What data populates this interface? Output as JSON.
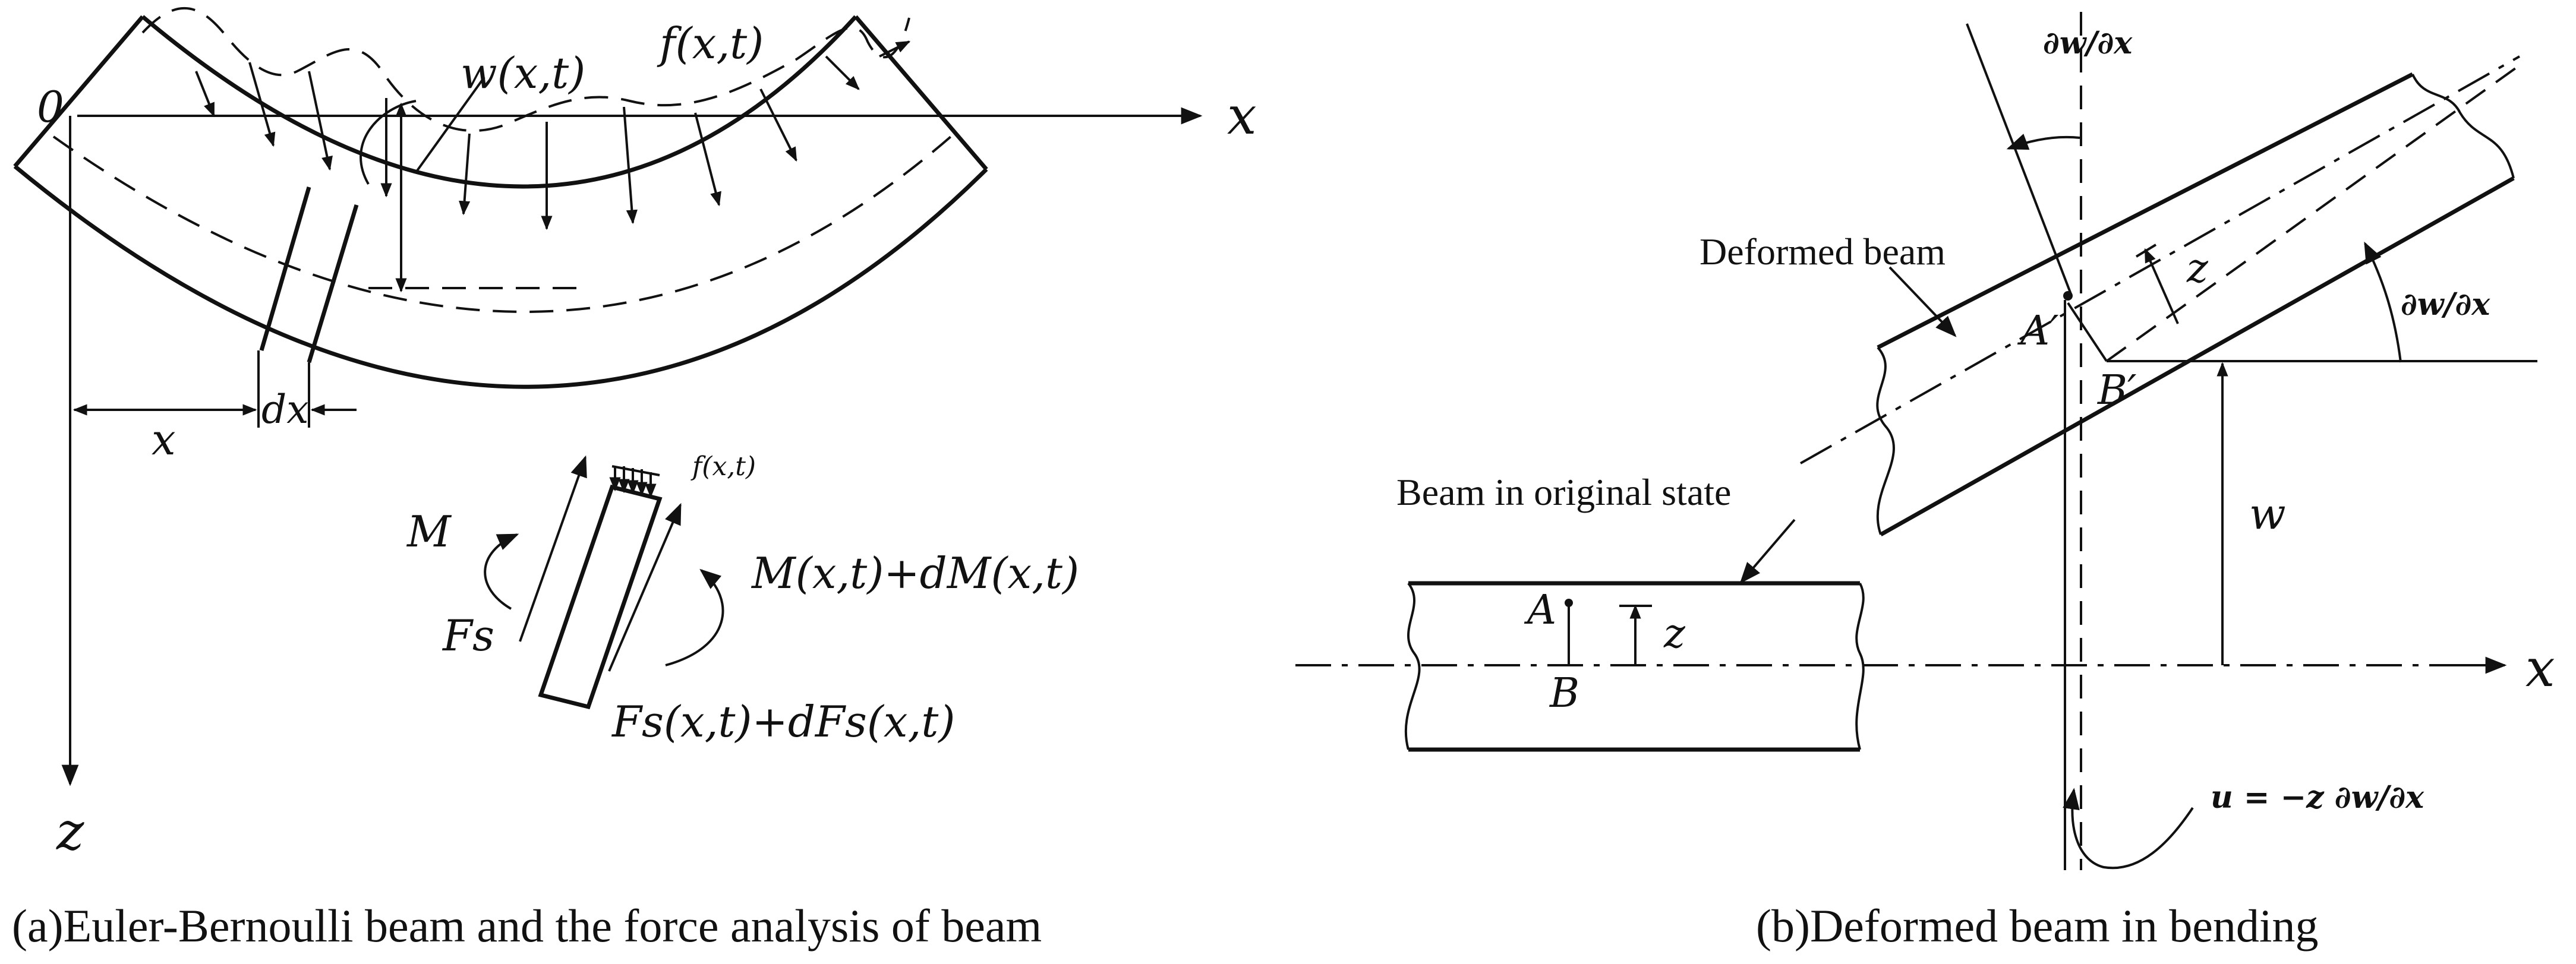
{
  "panel_a": {
    "caption": "(a)Euler-Bernoulli beam and the force analysis of beam",
    "origin_label": "0",
    "x_axis_label": "x",
    "z_axis_label": "z",
    "deflection_label": "w(x,t)",
    "load_label": "f(x,t)",
    "position_label": "x",
    "element_label": "dx",
    "element_load_label": "f(x,t)",
    "moment_left": "M",
    "moment_right": "M(x,t)+dM(x,t)",
    "shear_left": "Fs",
    "shear_right": "Fs(x,t)+dFs(x,t)"
  },
  "panel_b": {
    "caption": "(b)Deformed beam in bending",
    "x_axis_label": "x",
    "deformed_label": "Deformed beam",
    "original_label": "Beam in original state",
    "slope_label_top": "∂w/∂x",
    "slope_label_right": "∂w/∂x",
    "point_a": "A",
    "point_b": "B",
    "point_a_prime": "A′",
    "point_b_prime": "B′",
    "z_label_original": "z",
    "z_label_deformed": "z",
    "w_label": "w",
    "displacement_label": "u = −z ∂w/∂x"
  }
}
